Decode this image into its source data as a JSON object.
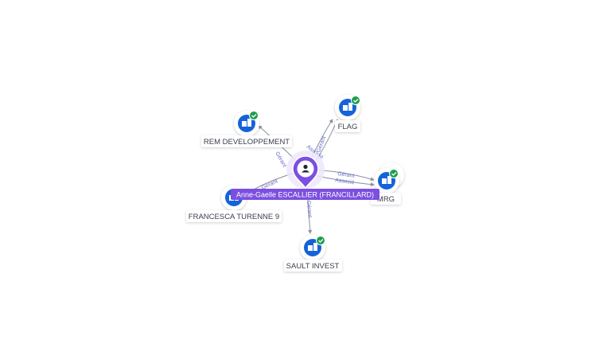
{
  "center": {
    "name": "Anne-Gaelle ESCALLIER (FRANCILLARD)",
    "icon": "person-icon",
    "color": "#7b4fe0"
  },
  "companies": [
    {
      "id": "rem",
      "name": "REM DEVELOPPEMENT",
      "icon": "building-icon",
      "verified": true
    },
    {
      "id": "flag",
      "name": "FLAG",
      "icon": "building-icon",
      "verified": true
    },
    {
      "id": "mrg",
      "name": "MRG",
      "icon": "building-icon",
      "verified": true
    },
    {
      "id": "francesca",
      "name": "FRANCESCA TURENNE 9",
      "icon": "building-icon",
      "verified": false
    },
    {
      "id": "sault",
      "name": "SAULT INVEST",
      "icon": "building-icon",
      "verified": true
    }
  ],
  "edges": [
    {
      "to": "rem",
      "roles": [
        "Gérant"
      ]
    },
    {
      "to": "flag",
      "roles": [
        "Associé",
        "Gérant"
      ]
    },
    {
      "to": "mrg",
      "roles": [
        "Gérant",
        "Associé"
      ]
    },
    {
      "to": "francesca",
      "roles": [
        "Gérant"
      ]
    },
    {
      "to": "sault",
      "roles": [
        "Gérant"
      ]
    }
  ],
  "colors": {
    "node_blue": "#1463d8",
    "check_green": "#1e9e4e",
    "edge": "#8a8f9c",
    "edge_label": "#6a70c8"
  }
}
